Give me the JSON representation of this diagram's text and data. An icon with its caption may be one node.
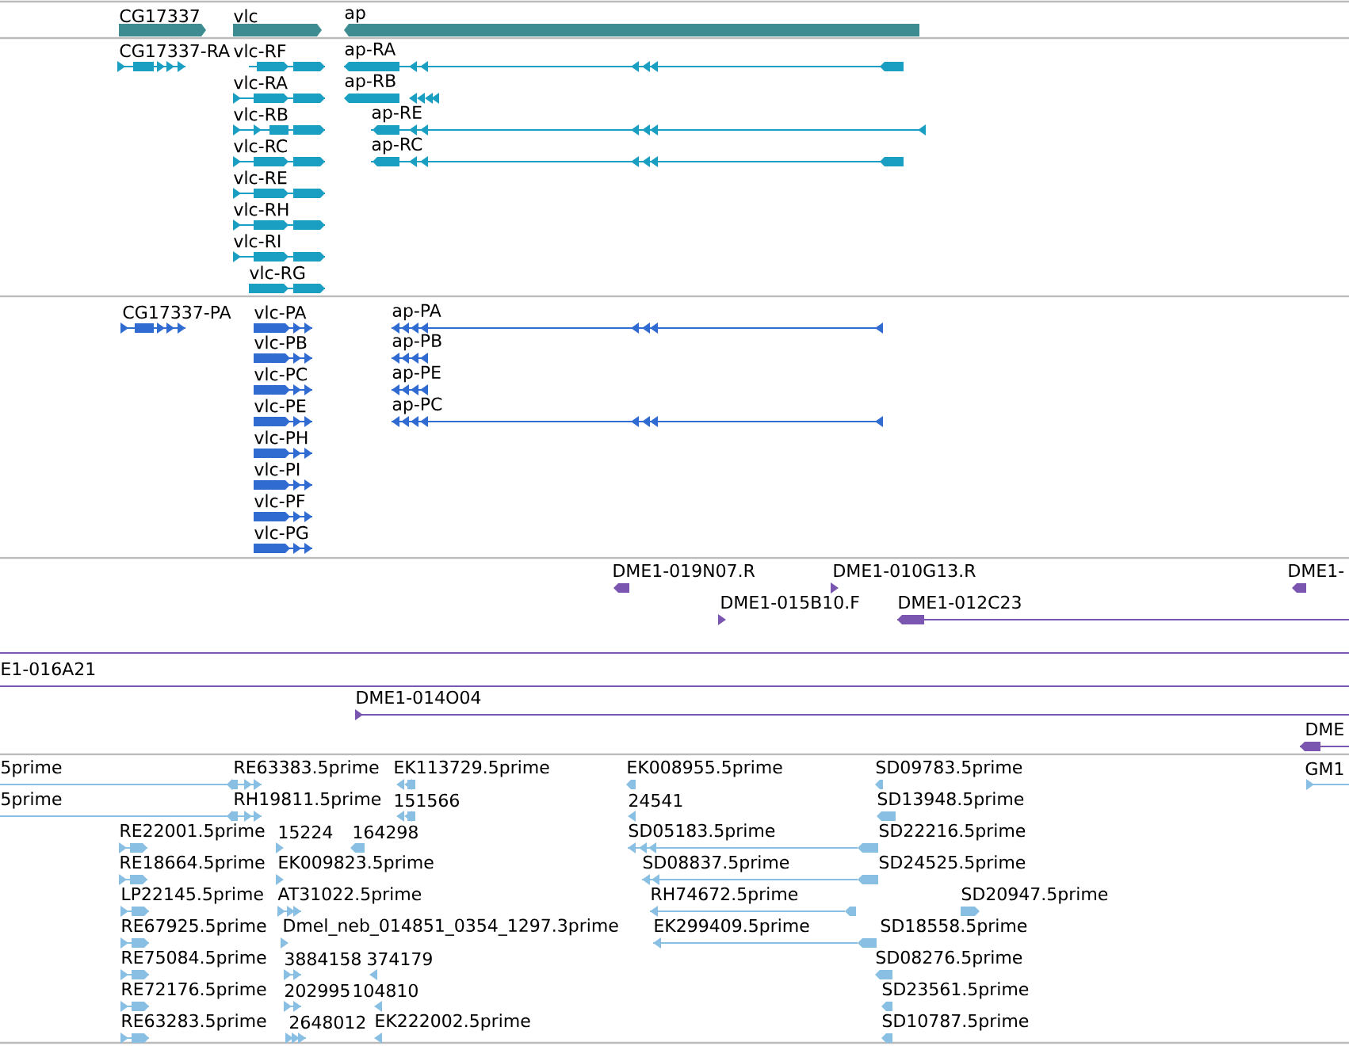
{
  "diagram": {
    "labels": [
      "CG17337",
      "vlc",
      "ap",
      "CG17337-RA",
      "vlc-RF",
      "ap-RA",
      "vlc-RA",
      "ap-RB",
      "vlc-RB",
      "ap-RE",
      "vlc-RC",
      "ap-RC",
      "vlc-RE",
      "vlc-RH",
      "vlc-RI",
      "vlc-RG",
      "CG17337-PA",
      "vlc-PA",
      "ap-PA",
      "vlc-PB",
      "ap-PB",
      "vlc-PC",
      "ap-PE",
      "vlc-PE",
      "ap-PC",
      "vlc-PH",
      "vlc-PI",
      "vlc-PF",
      "vlc-PG",
      "DME1-019N07.R",
      "DME1-010G13.R",
      "DME1-",
      "DME1-015B10.F",
      "DME1-012C23",
      "E1-016A21",
      "DME1-014O04",
      "DME",
      "5prime",
      "RE63383.5prime",
      "EK113729.5prime",
      "EK008955.5prime",
      "SD09783.5prime",
      "GM1",
      "5prime",
      "RH19811.5prime",
      "151566",
      "24541",
      "SD13948.5prime",
      "RE22001.5prime",
      "15224",
      "164298",
      "SD05183.5prime",
      "SD22216.5prime",
      "RE18664.5prime",
      "EK009823.5prime",
      "SD08837.5prime",
      "SD24525.5prime",
      "LP22145.5prime",
      "AT31022.5prime",
      "RH74672.5prime",
      "SD20947.5prime",
      "RE67925.5prime",
      "Dmel_neb_014851_0354_1297.3prime",
      "EK299409.5prime",
      "SD18558.5prime",
      "RE75084.5prime",
      "3884158",
      "374179",
      "SD08276.5prime",
      "RE72176.5prime",
      "202995",
      "104810",
      "SD23561.5prime",
      "RE63283.5prime",
      "2648012",
      "EK222002.5prime",
      "SD10787.5prime"
    ]
  }
}
